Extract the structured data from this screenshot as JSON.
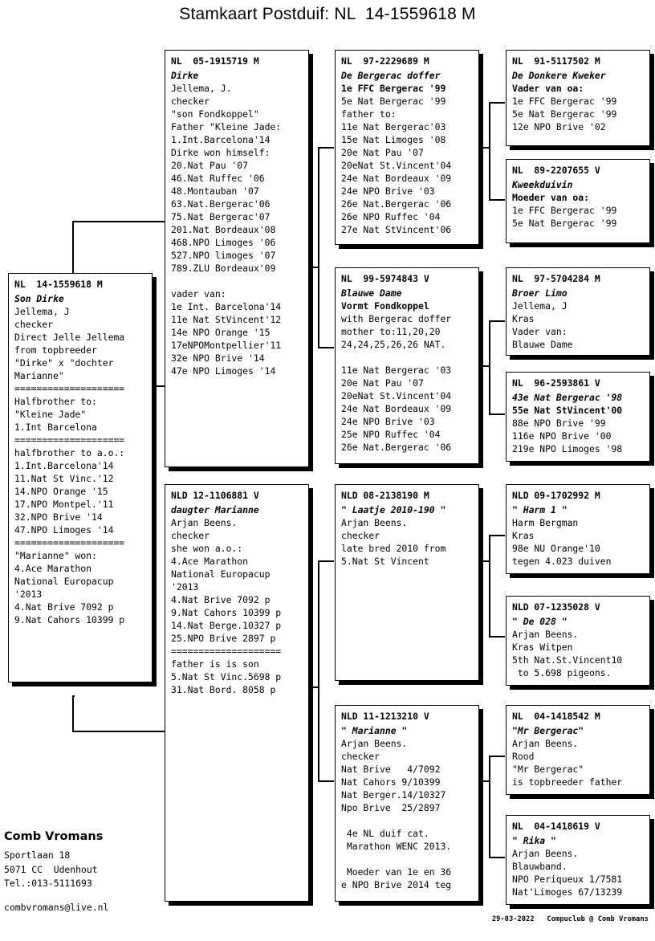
{
  "title": "Stamkaart Postduif: NL  14-1559618 M",
  "subject": {
    "ring": "NL  14-1559618 M",
    "lines": [
      {
        "t": "Son Dirke",
        "s": "it"
      },
      {
        "t": "Jellema, J",
        "s": ""
      },
      {
        "t": "checker",
        "s": ""
      },
      {
        "t": "Direct Jelle Jellema",
        "s": ""
      },
      {
        "t": "from topbreeder",
        "s": ""
      },
      {
        "t": "\"Dirke\" x \"dochter",
        "s": ""
      },
      {
        "t": "Marianne\"",
        "s": ""
      },
      {
        "t": "====================",
        "s": ""
      },
      {
        "t": "Halfbrother to:",
        "s": ""
      },
      {
        "t": "\"Kleine Jade\"",
        "s": ""
      },
      {
        "t": "1.Int Barcelona",
        "s": ""
      },
      {
        "t": "====================",
        "s": ""
      },
      {
        "t": "halfbrother to a.o.:",
        "s": ""
      },
      {
        "t": "1.Int.Barcelona'14",
        "s": ""
      },
      {
        "t": "11.Nat St Vinc.'12",
        "s": ""
      },
      {
        "t": "14.NPO Orange '15",
        "s": ""
      },
      {
        "t": "17.NPO Montpel.'11",
        "s": ""
      },
      {
        "t": "32.NPO Brive '14",
        "s": ""
      },
      {
        "t": "47.NPO Limoges '14",
        "s": ""
      },
      {
        "t": "====================",
        "s": ""
      },
      {
        "t": "\"Marianne\" won:",
        "s": ""
      },
      {
        "t": "4.Ace Marathon",
        "s": ""
      },
      {
        "t": "National Europacup",
        "s": ""
      },
      {
        "t": "'2013",
        "s": ""
      },
      {
        "t": "4.Nat Brive 7092 p",
        "s": ""
      },
      {
        "t": "9.Nat Cahors 10399 p",
        "s": ""
      }
    ]
  },
  "gen2": [
    {
      "ring": "NL  05-1915719 M",
      "lines": [
        {
          "t": "Dirke",
          "s": "it"
        },
        {
          "t": "Jellema, J.",
          "s": ""
        },
        {
          "t": "checker",
          "s": ""
        },
        {
          "t": "\"son Fondkoppel\"",
          "s": ""
        },
        {
          "t": "Father \"Kleine Jade:",
          "s": ""
        },
        {
          "t": "1.Int.Barcelona'14",
          "s": ""
        },
        {
          "t": "Dirke won himself:",
          "s": ""
        },
        {
          "t": "20.Nat Pau '07",
          "s": ""
        },
        {
          "t": "46.Nat Ruffec '06",
          "s": ""
        },
        {
          "t": "48.Montauban '07",
          "s": ""
        },
        {
          "t": "63.Nat.Bergerac'06",
          "s": ""
        },
        {
          "t": "75.Nat Bergerac'07",
          "s": ""
        },
        {
          "t": "201.Nat Bordeaux'08",
          "s": ""
        },
        {
          "t": "468.NPO Limoges '06",
          "s": ""
        },
        {
          "t": "527.NPO limoges '07",
          "s": ""
        },
        {
          "t": "789.ZLU Bordeaux'09",
          "s": ""
        },
        {
          "t": "",
          "s": "blank"
        },
        {
          "t": "vader van:",
          "s": ""
        },
        {
          "t": "1e Int. Barcelona'14",
          "s": ""
        },
        {
          "t": "11e Nat StVincent'12",
          "s": ""
        },
        {
          "t": "14e NPO Orange '15",
          "s": ""
        },
        {
          "t": "17eNPOMontpellier'11",
          "s": ""
        },
        {
          "t": "32e NPO Brive '14",
          "s": ""
        },
        {
          "t": "47e NPO Limoges '14",
          "s": ""
        }
      ]
    },
    {
      "ring": "NLD 12-1106881 V",
      "lines": [
        {
          "t": "daugter Marianne",
          "s": "it"
        },
        {
          "t": "Arjan Beens.",
          "s": ""
        },
        {
          "t": "checker",
          "s": ""
        },
        {
          "t": "she won a.o.:",
          "s": ""
        },
        {
          "t": "4.Ace Marathon",
          "s": ""
        },
        {
          "t": "National Europacup",
          "s": ""
        },
        {
          "t": "'2013",
          "s": ""
        },
        {
          "t": "4.Nat Brive 7092 p",
          "s": ""
        },
        {
          "t": "9.Nat Cahors 10399 p",
          "s": ""
        },
        {
          "t": "14.Nat Berge.10327 p",
          "s": ""
        },
        {
          "t": "25.NPO Brive 2897 p",
          "s": ""
        },
        {
          "t": "====================",
          "s": ""
        },
        {
          "t": "father is is son",
          "s": ""
        },
        {
          "t": "5.Nat St Vinc.5698 p",
          "s": ""
        },
        {
          "t": "31.Nat Bord. 8058 p",
          "s": ""
        }
      ]
    }
  ],
  "gen3": [
    {
      "ring": "NL  97-2229689 M",
      "lines": [
        {
          "t": "De Bergerac doffer",
          "s": "it"
        },
        {
          "t": "1e FFC Bergerac '99",
          "s": "bd"
        },
        {
          "t": "5e Nat Bergerac '99",
          "s": ""
        },
        {
          "t": "father to:",
          "s": ""
        },
        {
          "t": "11e Nat Bergerac'03",
          "s": ""
        },
        {
          "t": "15e Nat Limoges '08",
          "s": ""
        },
        {
          "t": "20e Nat Pau '07",
          "s": ""
        },
        {
          "t": "20eNat St.Vincent'04",
          "s": ""
        },
        {
          "t": "24e Nat Bordeaux '09",
          "s": ""
        },
        {
          "t": "24e NPO Brive '03",
          "s": ""
        },
        {
          "t": "26e Nat.Bergerac '06",
          "s": ""
        },
        {
          "t": "26e NPO Ruffec '04",
          "s": ""
        },
        {
          "t": "27e Nat StVincent'06",
          "s": ""
        }
      ]
    },
    {
      "ring": "NL  99-5974843 V",
      "lines": [
        {
          "t": "Blauwe Dame",
          "s": "it"
        },
        {
          "t": "Vormt Fondkoppel",
          "s": "bd"
        },
        {
          "t": "with Bergerac doffer",
          "s": ""
        },
        {
          "t": "mother to:11,20,20",
          "s": ""
        },
        {
          "t": "24,24,25,26,26 NAT.",
          "s": ""
        },
        {
          "t": "",
          "s": "blank"
        },
        {
          "t": "11e Nat Bergerac '03",
          "s": ""
        },
        {
          "t": "20e Nat Pau '07",
          "s": ""
        },
        {
          "t": "20eNat St.Vincent'04",
          "s": ""
        },
        {
          "t": "24e Nat Bordeaux '09",
          "s": ""
        },
        {
          "t": "24e NPO Brive '03",
          "s": ""
        },
        {
          "t": "25e NPO Ruffec '04",
          "s": ""
        },
        {
          "t": "26e Nat.Bergerac '06",
          "s": ""
        }
      ]
    },
    {
      "ring": "NLD 08-2138190 M",
      "lines": [
        {
          "t": "\" Laatje 2010-190 \"",
          "s": "it"
        },
        {
          "t": "Arjan Beens.",
          "s": ""
        },
        {
          "t": "checker",
          "s": ""
        },
        {
          "t": "late bred 2010 from",
          "s": ""
        },
        {
          "t": "5.Nat St Vincent",
          "s": ""
        }
      ]
    },
    {
      "ring": "NLD 11-1213210 V",
      "lines": [
        {
          "t": "\" Marianne \"",
          "s": "it"
        },
        {
          "t": "Arjan Beens.",
          "s": ""
        },
        {
          "t": "checker",
          "s": ""
        },
        {
          "t": "Nat Brive   4/7092",
          "s": ""
        },
        {
          "t": "Nat Cahors 9/10399",
          "s": ""
        },
        {
          "t": "Nat Berger.14/10327",
          "s": ""
        },
        {
          "t": "Npo Brive  25/2897",
          "s": ""
        },
        {
          "t": "",
          "s": "blank"
        },
        {
          "t": " 4e NL duif cat.",
          "s": ""
        },
        {
          "t": " Marathon WENC 2013.",
          "s": ""
        },
        {
          "t": "",
          "s": "blank"
        },
        {
          "t": " Moeder van 1e en 36",
          "s": ""
        },
        {
          "t": "e NPO Brive 2014 teg",
          "s": ""
        }
      ]
    }
  ],
  "gen4": [
    {
      "ring": "NL  91-5117502 M",
      "lines": [
        {
          "t": "De Donkere Kweker",
          "s": "it"
        },
        {
          "t": "Vader van oa:",
          "s": "bd"
        },
        {
          "t": "1e FFC Bergerac '99",
          "s": ""
        },
        {
          "t": "5e Nat Bergerac '99",
          "s": ""
        },
        {
          "t": "12e NPO Brive '02",
          "s": ""
        }
      ]
    },
    {
      "ring": "NL  89-2207655 V",
      "lines": [
        {
          "t": "Kweekduivin",
          "s": "it"
        },
        {
          "t": "Moeder van oa:",
          "s": "bd"
        },
        {
          "t": "1e FFC Bergerac '99",
          "s": ""
        },
        {
          "t": "5e Nat Bergerac '99",
          "s": ""
        }
      ]
    },
    {
      "ring": "NL  97-5704284 M",
      "lines": [
        {
          "t": "Broer Limo",
          "s": "it"
        },
        {
          "t": "Jellema, J",
          "s": ""
        },
        {
          "t": "Kras",
          "s": ""
        },
        {
          "t": "Vader van:",
          "s": ""
        },
        {
          "t": "Blauwe Dame",
          "s": ""
        }
      ]
    },
    {
      "ring": "NL  96-2593861 V",
      "lines": [
        {
          "t": "43e Nat Bergerac '98",
          "s": "it"
        },
        {
          "t": "55e Nat StVincent'00",
          "s": "bd"
        },
        {
          "t": "88e NPO Brive '99",
          "s": ""
        },
        {
          "t": "116e NPO Brive '00",
          "s": ""
        },
        {
          "t": "219e NPO Limoges '98",
          "s": ""
        }
      ]
    },
    {
      "ring": "NLD 09-1702992 M",
      "lines": [
        {
          "t": "\" Harm 1 \"",
          "s": "it"
        },
        {
          "t": "Harm Bergman",
          "s": ""
        },
        {
          "t": "Kras",
          "s": ""
        },
        {
          "t": "98e NU Orange'10",
          "s": ""
        },
        {
          "t": "tegen 4.023 duiven",
          "s": ""
        }
      ]
    },
    {
      "ring": "NLD 07-1235028 V",
      "lines": [
        {
          "t": "\" De 028 \"",
          "s": "it"
        },
        {
          "t": "Arjan Beens.",
          "s": ""
        },
        {
          "t": "Kras Witpen",
          "s": ""
        },
        {
          "t": "5th Nat.St.Vincent10",
          "s": ""
        },
        {
          "t": " to 5.698 pigeons.",
          "s": ""
        }
      ]
    },
    {
      "ring": "NL  04-1418542 M",
      "lines": [
        {
          "t": "\"Mr Bergerac\"",
          "s": "it"
        },
        {
          "t": "Arjan Beens.",
          "s": ""
        },
        {
          "t": "Rood",
          "s": ""
        },
        {
          "t": "\"Mr Bergerac\"",
          "s": ""
        },
        {
          "t": "is topbreeder father",
          "s": ""
        }
      ]
    },
    {
      "ring": "NL  04-1418619 V",
      "lines": [
        {
          "t": "\" Rika \"",
          "s": "it"
        },
        {
          "t": "Arjan Beens.",
          "s": ""
        },
        {
          "t": "Blauwband.",
          "s": ""
        },
        {
          "t": "NPO Periqueux 1/7581",
          "s": ""
        },
        {
          "t": "Nat'Limoges 67/13239",
          "s": ""
        }
      ]
    }
  ],
  "owner": {
    "name": "Comb Vromans",
    "street": "Sportlaan 18",
    "city": "5071 CC  Udenhout",
    "tel": "Tel.:013-5111693",
    "email": "combvromans@live.nl"
  },
  "credit": "29-03-2022   Compuclub @ Comb Vromans"
}
